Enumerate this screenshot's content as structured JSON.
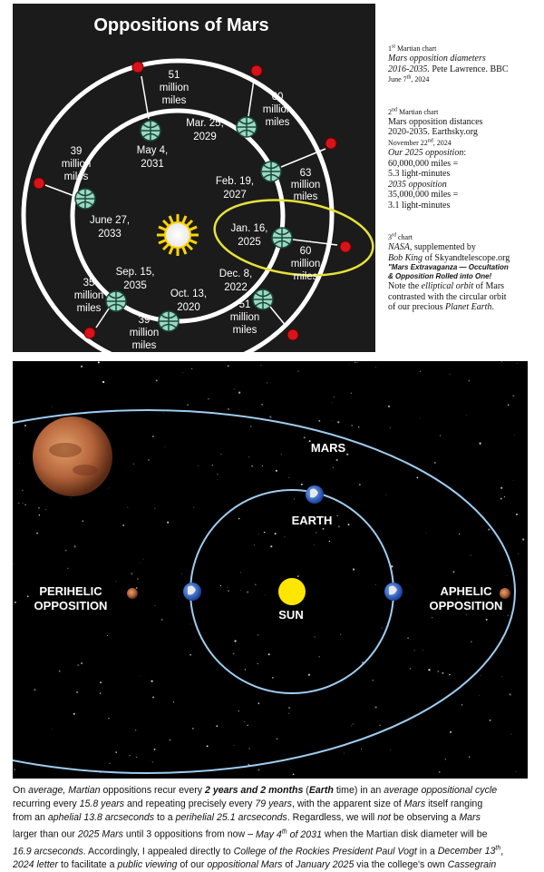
{
  "chart1": {
    "title": "Oppositions of Mars",
    "oppositions": [
      {
        "date_line1": "May 4,",
        "date_line2": "2031"
      },
      {
        "date_line1": "Mar. 25,",
        "date_line2": "2029"
      },
      {
        "date_line1": "Feb. 19,",
        "date_line2": "2027"
      },
      {
        "date_line1": "Jan. 16,",
        "date_line2": "2025"
      },
      {
        "date_line1": "Dec. 8,",
        "date_line2": "2022"
      },
      {
        "date_line1": "Oct. 13,",
        "date_line2": "2020"
      },
      {
        "date_line1": "Sep. 15,",
        "date_line2": "2035"
      },
      {
        "date_line1": "June 27,",
        "date_line2": "2033"
      }
    ],
    "distances": [
      {
        "l1": "51",
        "l2": "million",
        "l3": "miles"
      },
      {
        "l1": "60",
        "l2": "million",
        "l3": "miles"
      },
      {
        "l1": "63",
        "l2": "million",
        "l3": "miles"
      },
      {
        "l1": "60",
        "l2": "million",
        "l3": "miles"
      },
      {
        "l1": "51",
        "l2": "million",
        "l3": "miles"
      },
      {
        "l1": "39",
        "l2": "million",
        "l3": "miles"
      },
      {
        "l1": "35",
        "l2": "million",
        "l3": "miles"
      },
      {
        "l1": "39",
        "l2": "million",
        "l3": "miles"
      }
    ]
  },
  "sidebar": {
    "c1_num": "1",
    "c1_sup": "st",
    "c1_head": " Martian chart",
    "c1_l1": "Mars opposition diameters",
    "c1_l2": "2016-2035.",
    "c1_l2b": "  Pete Lawrence. BBC",
    "c1_date": "June 7",
    "c1_date_sup": "th",
    "c1_date_y": ", 2024",
    "c2_num": "2",
    "c2_sup": "nd",
    "c2_head": " Martian chart",
    "c2_l1": "Mars opposition distances",
    "c2_l2": "2020-2035.  Earthsky.org",
    "c2_date": "November 22",
    "c2_date_sup": "nd",
    "c2_date_y": ", 2024",
    "c2_o1": "Our 2025 opposition",
    "c2_o1b": ":",
    "c2_o2": "60,000,000 miles =",
    "c2_o3": "5.3 light-minutes",
    "c2_o4": "2035 opposition",
    "c2_o5": "35,000,000 miles =",
    "c2_o6": "3.1 light-minutes",
    "c3_num": "3",
    "c3_sup": "rd",
    "c3_head": " chart",
    "c3_l1a": "NASA",
    "c3_l1b": ", supplemented by",
    "c3_l2a": "Bob King",
    "c3_l2b": " of Skyandtelescope.org",
    "c3_l3": "\"Mars Extravaganza — Occultation",
    "c3_l4": "& Opposition Rolled into One!",
    "c3_l5a": "Note the ",
    "c3_l5b": "elliptical orbit",
    "c3_l5c": " of Mars",
    "c3_l6": "contrasted with the circular orbit",
    "c3_l7a": "of our precious ",
    "c3_l7b": "Planet Earth",
    "c3_l7c": "."
  },
  "chart3": {
    "mars": "MARS",
    "earth": "EARTH",
    "sun": "SUN",
    "peri1": "PERIHELIC",
    "peri2": "OPPOSITION",
    "aph1": "APHELIC",
    "aph2": "OPPOSITION"
  },
  "bottom": {
    "p1": "On ",
    "p2": "average, Martian",
    "p3": " oppositions recur every ",
    "p4": "2 years and 2 months",
    "p5": " (",
    "p6": "Earth",
    "p7": " time) in an ",
    "p8": "average oppositional cycle",
    "p9": "recurring every ",
    "p10": "15.8 years",
    "p11": " and repeating precisely every ",
    "p12": "79 years",
    "p13": ", with the apparent size of ",
    "p14": "Mars",
    "p15": " itself ranging",
    "p16": "from an ",
    "p17": "aphelial 13.8 arcseconds",
    "p18": " to a ",
    "p19": "perihelial 25.1 arcseconds",
    "p20": ".  Regardless, we will ",
    "p21": "not",
    "p22": " be observing a ",
    "p23": "Mars",
    "p24": "larger than our ",
    "p25": "2025 Mars",
    "p26": " until 3 oppositions from now – ",
    "p27": "May 4",
    "p27s": "th",
    "p28": " of 2031",
    "p29": " when the Martian disk diameter will be",
    "p30": "16.9 arcseconds",
    "p31": ".  Accordingly, I appealed directly to ",
    "p32": "College of the Rockies President Paul Vogt",
    "p33": " in a ",
    "p34": "December 13",
    "p34s": "th",
    "p35": ",",
    "p36": "2024 letter",
    "p37": " to facilitate a ",
    "p38": "public viewing",
    "p39": " of our ",
    "p40": "oppositional Mars",
    "p41": " of ",
    "p42": "January 2025",
    "p43": " via the college's own ",
    "p44": "Cassegrain"
  }
}
